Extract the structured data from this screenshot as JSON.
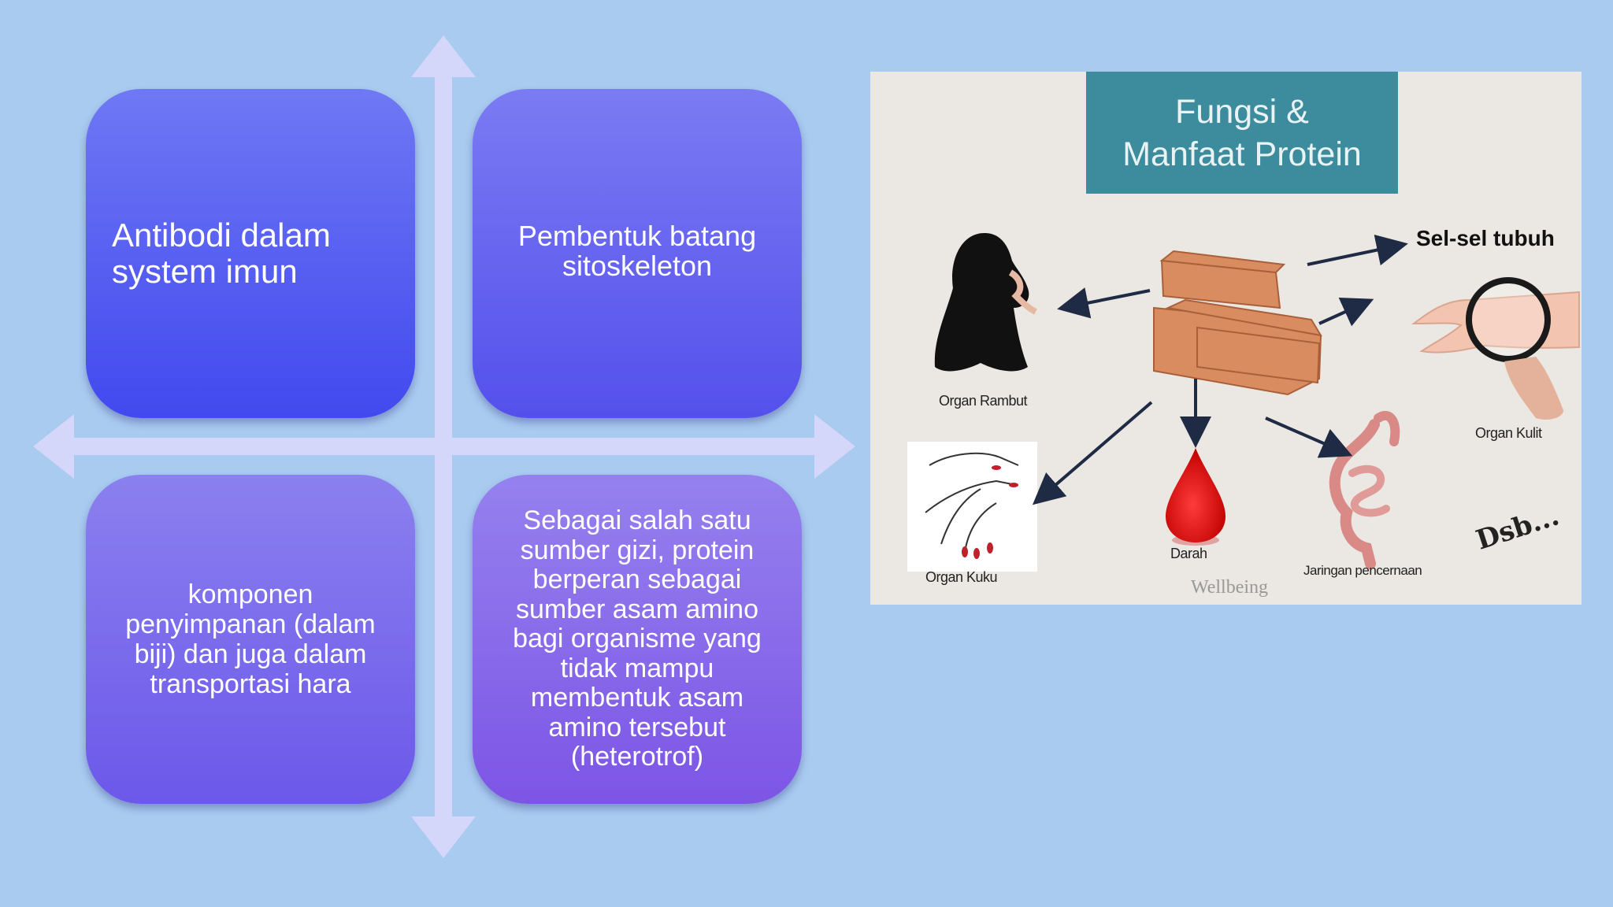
{
  "quadrants": {
    "top_left": "Antibodi dalam\nsystem imun",
    "top_right": "Pembentuk batang\nsitoskeleton",
    "bottom_left": "komponen\npenyimpanan (dalam\nbiji) dan juga dalam\ntransportasi hara",
    "bottom_right": "Sebagai salah satu\nsumber gizi, protein\nberperan sebagai\nsumber asam amino\nbagi organisme yang\ntidak mampu\nmembentuk asam\namino tersebut\n(heterotrof)"
  },
  "infographic": {
    "title": "Fungsi &\nManfaat Protein",
    "cells_label": "Sel-sel tubuh",
    "hair_label": "Organ Rambut",
    "skin_label": "Organ Kulit",
    "nail_label": "Organ Kuku",
    "blood_label": "Darah",
    "digestive_label": "Jaringan pencernaan",
    "etc_label": "Dsb...",
    "watermark": "Wellbeing"
  },
  "colors": {
    "background": "#a9cbf0",
    "cross_arrows": "#d4d6fa",
    "title_box": "#3c8c9e"
  }
}
